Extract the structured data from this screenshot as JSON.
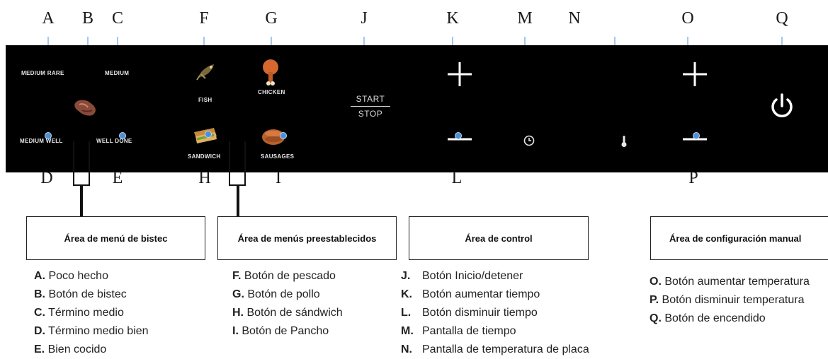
{
  "callout_letters_top": [
    "A",
    "B",
    "C",
    "F",
    "G",
    "J",
    "K",
    "M",
    "N",
    "O",
    "Q"
  ],
  "callout_letters_bottom": [
    "D",
    "E",
    "H",
    "I",
    "L",
    "P"
  ],
  "panel": {
    "labels": {
      "medium_rare": "MEDIUM RARE",
      "medium": "MEDIUM",
      "medium_well": "MEDIUM WELL",
      "well_done": "WELL DONE",
      "fish": "FISH",
      "chicken": "CHICKEN",
      "sandwich": "SANDWICH",
      "sausages": "SAUSAGES",
      "start": "START",
      "stop": "STOP"
    },
    "accent_color": "#4d8fd6"
  },
  "areas": {
    "steak": "Área de menú de bistec",
    "presets": "Área de menús preestablecidos",
    "control": "Área de control",
    "manual": "Área de configuración manual"
  },
  "lists": {
    "steak": [
      {
        "key": "A.",
        "text": "Poco hecho"
      },
      {
        "key": "B.",
        "text": "Botón de bistec"
      },
      {
        "key": "C.",
        "text": "Término medio"
      },
      {
        "key": "D.",
        "text": "Término medio bien"
      },
      {
        "key": "E.",
        "text": "Bien cocido"
      }
    ],
    "presets": [
      {
        "key": "F.",
        "text": "Botón de pescado"
      },
      {
        "key": "G.",
        "text": "Botón de pollo"
      },
      {
        "key": "H.",
        "text": "Botón de sándwich"
      },
      {
        "key": "I.",
        "text": "Botón de Pancho"
      }
    ],
    "control": [
      {
        "key": "J.",
        "text": "Botón Inicio/detener"
      },
      {
        "key": "K.",
        "text": "Botón aumentar tiempo"
      },
      {
        "key": "L.",
        "text": "Botón disminuir tiempo"
      },
      {
        "key": "M.",
        "text": "Pantalla de tiempo"
      },
      {
        "key": "N.",
        "text": "Pantalla de temperatura de placa"
      }
    ],
    "manual": [
      {
        "key": "O.",
        "text": "Botón aumentar temperatura"
      },
      {
        "key": "P.",
        "text": "Botón disminuir temperatura"
      },
      {
        "key": "Q.",
        "text": "Botón de encendido"
      }
    ]
  }
}
